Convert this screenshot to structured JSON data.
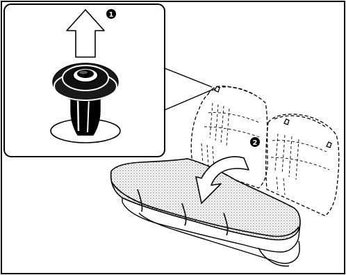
{
  "diagram": {
    "steps": [
      {
        "number": "1",
        "action": "lift-up-arrow"
      },
      {
        "number": "2",
        "action": "fold-down-arrow"
      }
    ],
    "icons": [
      "up-arrow-icon",
      "curved-arrow-icon",
      "fastener-icon",
      "rear-seat-icon"
    ],
    "colors": {
      "line": "#000000",
      "background": "#ffffff",
      "cushion_fill": "#d2d2d2"
    }
  }
}
